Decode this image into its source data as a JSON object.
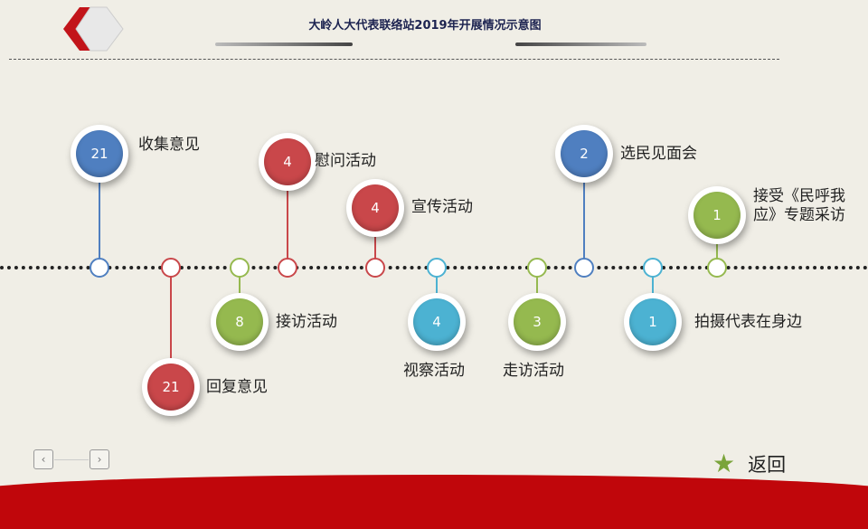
{
  "header": {
    "title": "大岭人大代表联络站2019年开展情况示意图"
  },
  "colors": {
    "blue": "#4f7fc0",
    "red": "#c9474a",
    "green": "#95b94f",
    "cyan": "#4cb2d2"
  },
  "activities": [
    {
      "count": "21",
      "label": "收集意见",
      "color": "blue"
    },
    {
      "count": "21",
      "label": "回复意见",
      "color": "red"
    },
    {
      "count": "8",
      "label": "接访活动",
      "color": "green"
    },
    {
      "count": "4",
      "label": "慰问活动",
      "color": "red"
    },
    {
      "count": "4",
      "label": "宣传活动",
      "color": "red"
    },
    {
      "count": "4",
      "label": "视察活动",
      "color": "cyan"
    },
    {
      "count": "3",
      "label": "走访活动",
      "color": "green"
    },
    {
      "count": "2",
      "label": "选民见面会",
      "color": "blue"
    },
    {
      "count": "1",
      "label": "拍摄代表在身边",
      "color": "cyan"
    },
    {
      "count": "1",
      "label": "接受《民呼我应》专题采访",
      "color": "green"
    }
  ],
  "nav": {
    "prev": "‹",
    "next": "›",
    "back": "返回"
  }
}
